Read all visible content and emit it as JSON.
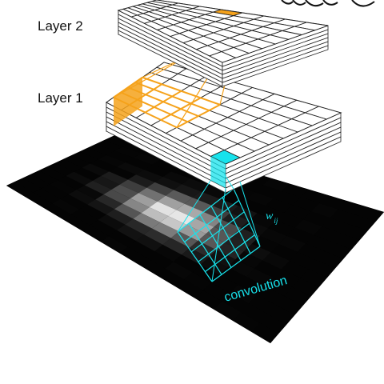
{
  "labels": {
    "layer2": "Layer 2",
    "layer1": "Layer 1",
    "weight_symbol": "w",
    "weight_subscript": "ij",
    "convolution": "convolution"
  },
  "colors": {
    "highlight_orange": "#f5a21b",
    "highlight_cyan": "#17e3ec",
    "grid_line": "#222222",
    "image_background": "#050505"
  }
}
